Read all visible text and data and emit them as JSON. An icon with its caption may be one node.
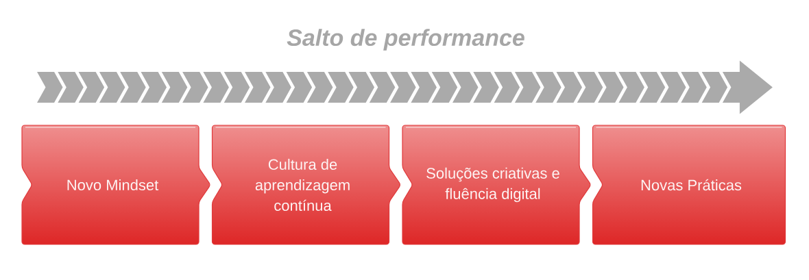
{
  "diagram": {
    "title": "Salto de performance",
    "nodes": [
      {
        "text": [
          "Novo Mindset"
        ]
      },
      {
        "text": [
          "Cultura de aprendizagem contínua"
        ]
      },
      {
        "text": [
          "Soluções criativas e fluência digital"
        ]
      },
      {
        "text": [
          "Novas Práticas"
        ]
      }
    ]
  }
}
